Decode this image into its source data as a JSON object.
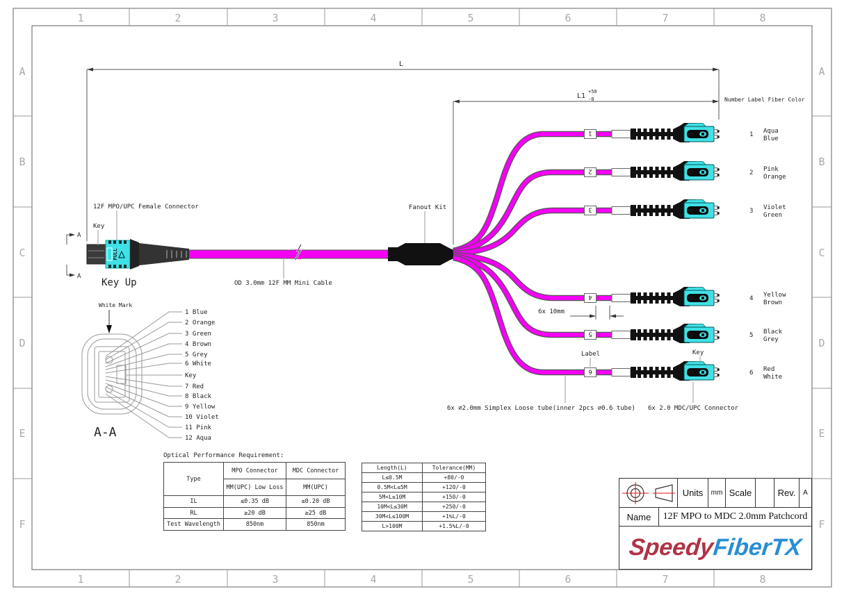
{
  "frame": {
    "columns": [
      "1",
      "2",
      "3",
      "4",
      "5",
      "6",
      "7",
      "8"
    ],
    "rows": [
      "A",
      "B",
      "C",
      "D",
      "E",
      "F"
    ]
  },
  "dimensions": {
    "overall": "L",
    "breakout": "L1",
    "breakout_plus": "+50",
    "breakout_minus": "-0",
    "spacing": "6x 10mm"
  },
  "annotations": {
    "mpo_connector": "12F MPO/UPC Female Connector",
    "key": "Key",
    "key_up": "Key Up",
    "section_mark": "A",
    "cable": "OD 3.0mm 12F MM Mini Cable",
    "fanout": "Fanout Kit",
    "white_mark": "White Mark",
    "section_view": "A-A",
    "simplex_tube": "6x ∅2.0mm Simplex Loose tube(inner 2pcs ∅0.6 tube)",
    "mdc_connector": "6x 2.0 MDC/UPC Connector",
    "label": "Label",
    "pull": "PULL"
  },
  "fiber_map": [
    "1 Blue",
    "2 Orange",
    "3 Green",
    "4 Brown",
    "5 Grey",
    "6 White",
    "Key",
    "7 Red",
    "8 Black",
    "9 Yellow",
    "10 Violet",
    "11 Pink",
    "12 Aqua"
  ],
  "breakout": {
    "labels": [
      "1",
      "2",
      "3",
      "4",
      "5",
      "6"
    ]
  },
  "legend": {
    "header": "Number Label Fiber Color",
    "rows": [
      {
        "number": "1",
        "line1": "Aqua",
        "line2": "Blue"
      },
      {
        "number": "2",
        "line1": "Pink",
        "line2": "Orange"
      },
      {
        "number": "3",
        "line1": "Violet",
        "line2": "Green"
      },
      {
        "number": "4",
        "line1": "Yellow",
        "line2": "Brown"
      },
      {
        "number": "5",
        "line1": "Black",
        "line2": "Grey"
      },
      {
        "number": "6",
        "line1": "Red",
        "line2": "White"
      }
    ]
  },
  "optical_table": {
    "title": "Optical Performance Requirement:",
    "type_header": "Type",
    "mpo_header": "MPO Connector",
    "mdc_header": "MDC Connector",
    "mpo_sub": "MM(UPC) Low Loss",
    "mdc_sub": "MM(UPC)",
    "rows": [
      [
        "IL",
        "≤0.35 dB",
        "≤0.20 dB"
      ],
      [
        "RL",
        "≥20 dB",
        "≥25 dB"
      ],
      [
        "Test Wavelength",
        "850nm",
        "850nm"
      ]
    ]
  },
  "length_table": {
    "headers": [
      "Length(L)",
      "Tolerance(MM)"
    ],
    "rows": [
      [
        "L≤0.5M",
        "+80/-0"
      ],
      [
        "0.5M<L≤5M",
        "+120/-0"
      ],
      [
        "5M<L≤10M",
        "+150/-0"
      ],
      [
        "10M<L≤30M",
        "+250/-0"
      ],
      [
        "30M<L≤100M",
        "+1%L/-0"
      ],
      [
        "L>100M",
        "+1.5%L/-0"
      ]
    ]
  },
  "title_block": {
    "units_label": "Units",
    "units_value": "mm",
    "scale_label": "Scale",
    "scale_value": "",
    "rev_label": "Rev.",
    "rev_value": "A",
    "name_label": "Name",
    "name_value": "12F MPO to MDC 2.0mm Patchcord",
    "logo_part1": "Speedy",
    "logo_part2": "FiberTX"
  },
  "colors": {
    "cable_magenta": "#f400f4",
    "connector_aqua": "#3fe0e6",
    "body_black": "#111111",
    "logo_red": "#b03245",
    "logo_blue": "#2a8fd2",
    "symbol_red": "#ee1111"
  }
}
